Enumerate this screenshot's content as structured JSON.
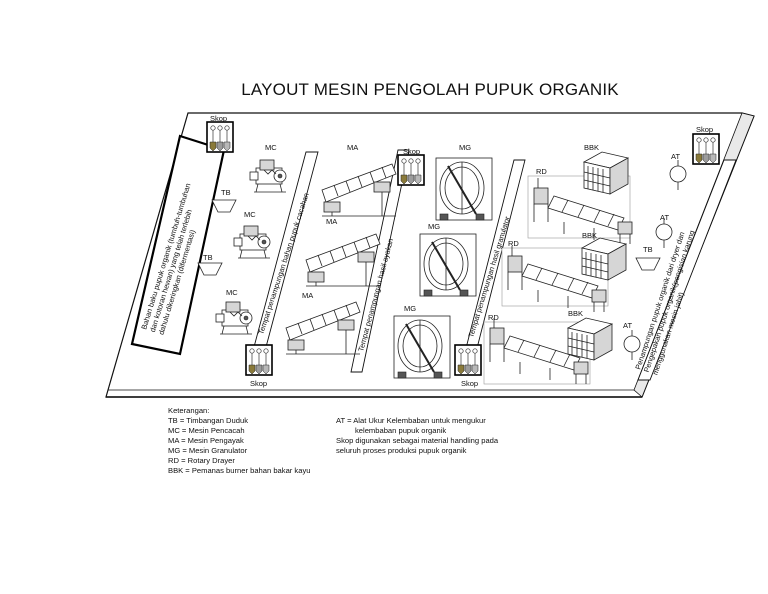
{
  "title": "LAYOUT MESIN PENGOLAH PUPUK ORGANIK",
  "notes": {
    "raw_material": "Bahan baku pupuk organik (tumbuh-tumbuhan dan kotoran hewan) yang telah terlebih dahulu dikeringkan (difermentasi)",
    "zone_cacahan": "Tempat penampungan bahan pupuk cacahan",
    "zone_ayakan": "Tempat penampungan hasil ayakan",
    "zone_granulator": "Tempat penampungan hasil granulator",
    "final_storage": "Penampungan pupuk organik dari dryer dan Pengepakan pupuk organik(pengisian karung menggunakan mesin jahit)"
  },
  "labels": {
    "skop": "Skop",
    "tb": "TB",
    "mc": "MC",
    "ma": "MA",
    "mg": "MG",
    "rd": "RD",
    "bbk": "BBK",
    "at": "AT"
  },
  "legend": {
    "heading": "Keterangan:",
    "left": [
      "TB = Timbangan Duduk",
      "MC = Mesin Pencacah",
      "MA = Mesin Pengayak",
      "MG = Mesin Granulator",
      "RD = Rotary Drayer",
      "BBK = Pemanas burner bahan bakar kayu"
    ],
    "right": [
      "AT = Alat Ukur Kelembaban untuk mengukur",
      "kelembaban pupuk organik",
      "Skop digunakan sebagai material handling pada",
      "seluruh proses produksi pupuk organik"
    ]
  }
}
